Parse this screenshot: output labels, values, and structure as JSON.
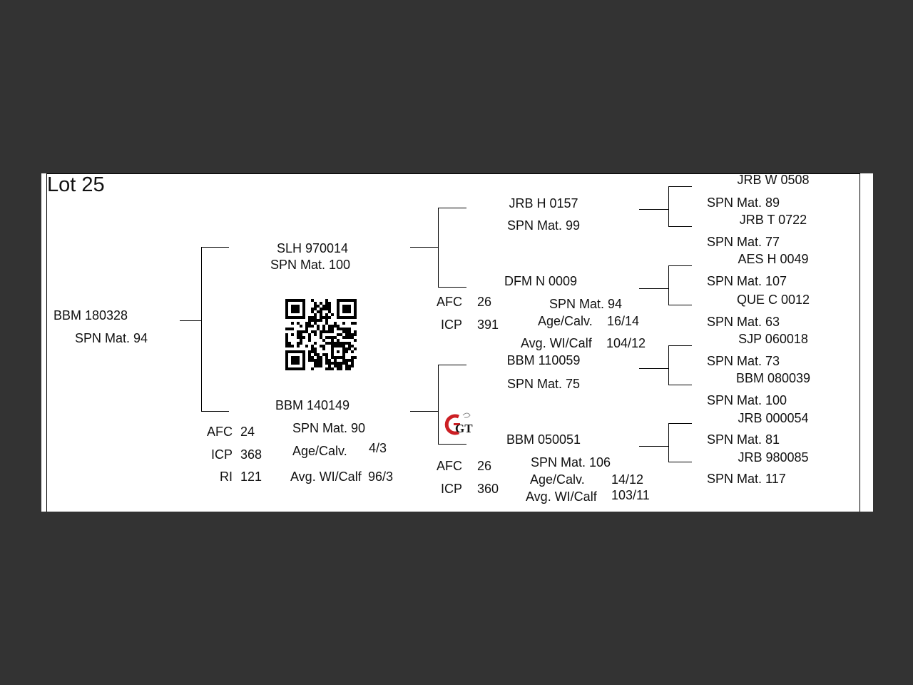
{
  "lot_title": "Lot 25",
  "subject": {
    "id": "BBM 180328",
    "mat": "SPN Mat. 94"
  },
  "sire": {
    "id": "SLH 970014",
    "mat": "SPN Mat. 100",
    "sire": {
      "id": "JRB H 0157",
      "mat": "SPN Mat. 99",
      "sire": {
        "id": "JRB W 0508",
        "mat": "SPN Mat. 89"
      },
      "dam": {
        "id": "JRB T 0722",
        "mat": "SPN Mat. 77"
      }
    },
    "dam": {
      "id": "DFM N 0009",
      "mat": "SPN Mat. 94",
      "stats": {
        "afc_label": "AFC",
        "afc": "26",
        "icp_label": "ICP",
        "icp": "391",
        "age_label": "Age/Calv.",
        "age": "16/14",
        "wi_label": "Avg. WI/Calf",
        "wi": "104/12"
      },
      "sire": {
        "id": "AES H 0049",
        "mat": "SPN Mat. 107"
      },
      "dam": {
        "id": "QUE C 0012",
        "mat": "SPN Mat. 63"
      }
    }
  },
  "dam": {
    "id": "BBM 140149",
    "mat": "SPN Mat. 90",
    "stats": {
      "afc_label": "AFC",
      "afc": "24",
      "icp_label": "ICP",
      "icp": "368",
      "ri_label": "RI",
      "ri": "121",
      "age_label": "Age/Calv.",
      "age": "4/3",
      "wi_label": "Avg. WI/Calf",
      "wi": "96/3"
    },
    "sire": {
      "id": "BBM 110059",
      "mat": "SPN Mat. 75",
      "sire": {
        "id": "SJP 060018",
        "mat": "SPN Mat. 73"
      },
      "dam": {
        "id": "BBM 080039",
        "mat": "SPN Mat. 100"
      }
    },
    "dam": {
      "id": "BBM 050051",
      "mat": "SPN Mat. 106",
      "stats": {
        "afc_label": "AFC",
        "afc": "26",
        "icp_label": "ICP",
        "icp": "360",
        "age_label": "Age/Calv.",
        "age": "14/12",
        "wi_label": "Avg. WI/Calf",
        "wi": "103/11"
      },
      "sire": {
        "id": "JRB 000054",
        "mat": "SPN Mat. 81"
      },
      "dam": {
        "id": "JRB 980085",
        "mat": "SPN Mat. 117"
      }
    }
  },
  "logo_text": "GT",
  "colors": {
    "background": "#333333",
    "sheet": "#ffffff",
    "logo_red": "#cc1f24"
  }
}
